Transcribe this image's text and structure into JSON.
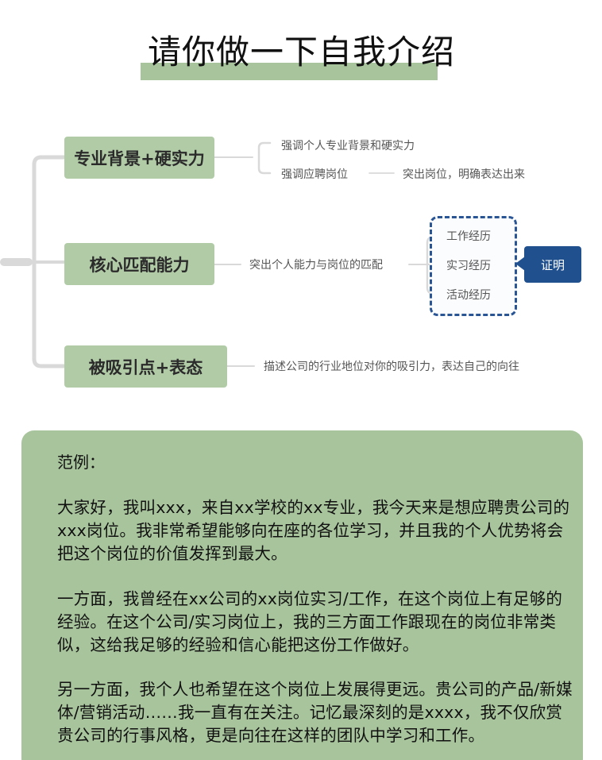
{
  "header": {
    "title": "请你做一下自我介绍"
  },
  "mindmap": {
    "branches": [
      {
        "label": "专业背景+硬实力",
        "children": [
          {
            "label": "强调个人专业背景和硬实力"
          },
          {
            "label": "强调应聘岗位",
            "detail": "突出岗位，明确表达出来"
          }
        ]
      },
      {
        "label": "核心匹配能力",
        "detail": "突出个人能力与岗位的匹配",
        "children": [
          {
            "label": "工作经历"
          },
          {
            "label": "实习经历"
          },
          {
            "label": "活动经历"
          }
        ],
        "callout": "证明"
      },
      {
        "label": "被吸引点+表态",
        "detail": "描述公司的行业地位对你的吸引力，表达自己的向往"
      }
    ],
    "colors": {
      "node_fill": "#b1cba6",
      "connector": "#d9d9d9",
      "dashed_border": "#2a5595",
      "callout_fill": "#21508f",
      "title_highlight": "#a8c49c"
    }
  },
  "example": {
    "label": "范例：",
    "paragraphs": [
      "大家好，我叫xxx，来自xx学校的xx专业，我今天来是想应聘贵公司的xxx岗位。我非常希望能够向在座的各位学习，并且我的个人优势将会把这个岗位的价值发挥到最大。",
      "一方面，我曾经在xx公司的xx岗位实习/工作，在这个岗位上有足够的经验。在这个公司/实习岗位上，我的三方面工作跟现在的岗位非常类似，这给我足够的经验和信心能把这份工作做好。",
      "另一方面，我个人也希望在这个岗位上发展得更远。贵公司的产品/新媒体/营销活动……我一直有在关注。记忆最深刻的是xxxx，我不仅欣赏贵公司的行事风格，更是向往在这样的团队中学习和工作。"
    ],
    "background": "#a8c49c"
  }
}
